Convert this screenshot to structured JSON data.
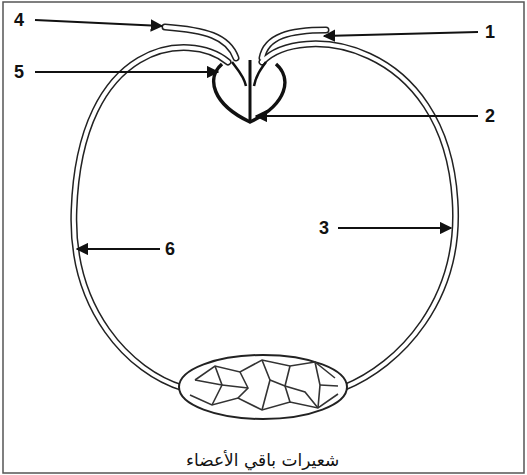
{
  "diagram": {
    "caption": "شعيرات باقي الأعضاء",
    "labels": [
      "4",
      "1",
      "5",
      "2",
      "3",
      "6"
    ]
  }
}
